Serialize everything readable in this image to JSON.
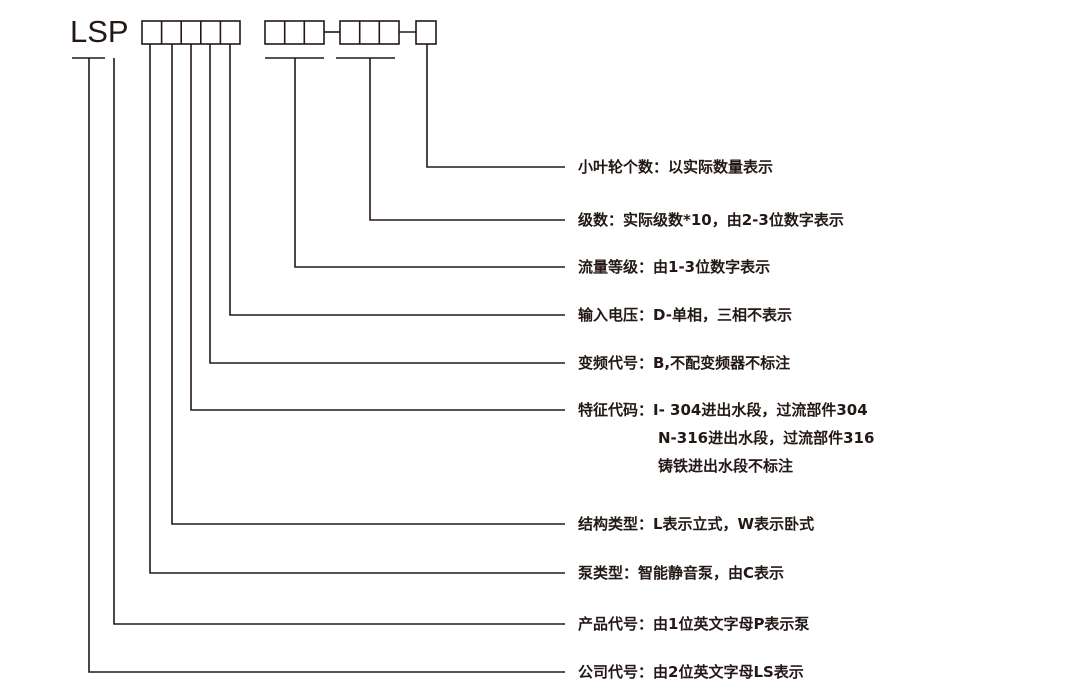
{
  "prefix": "LSP",
  "labels": [
    "小叶轮个数：以实际数量表示",
    "级数：实际级数*10，由2-3位数字表示",
    "流量等级：由1-3位数字表示",
    "输入电压：D-单相，三相不表示",
    "变频代号：B,不配变频器不标注",
    "特征代码：I- 304进出水段，过流部件304",
    "结构类型：L表示立式，W表示卧式",
    "泵类型：智能静音泵，由C表示",
    "产品代号：由1位英文字母P表示泵",
    "公司代号：由2位英文字母LS表示"
  ],
  "feature_extra": [
    "N-316进出水段，过流部件316",
    "铸铁进出水段不标注"
  ]
}
